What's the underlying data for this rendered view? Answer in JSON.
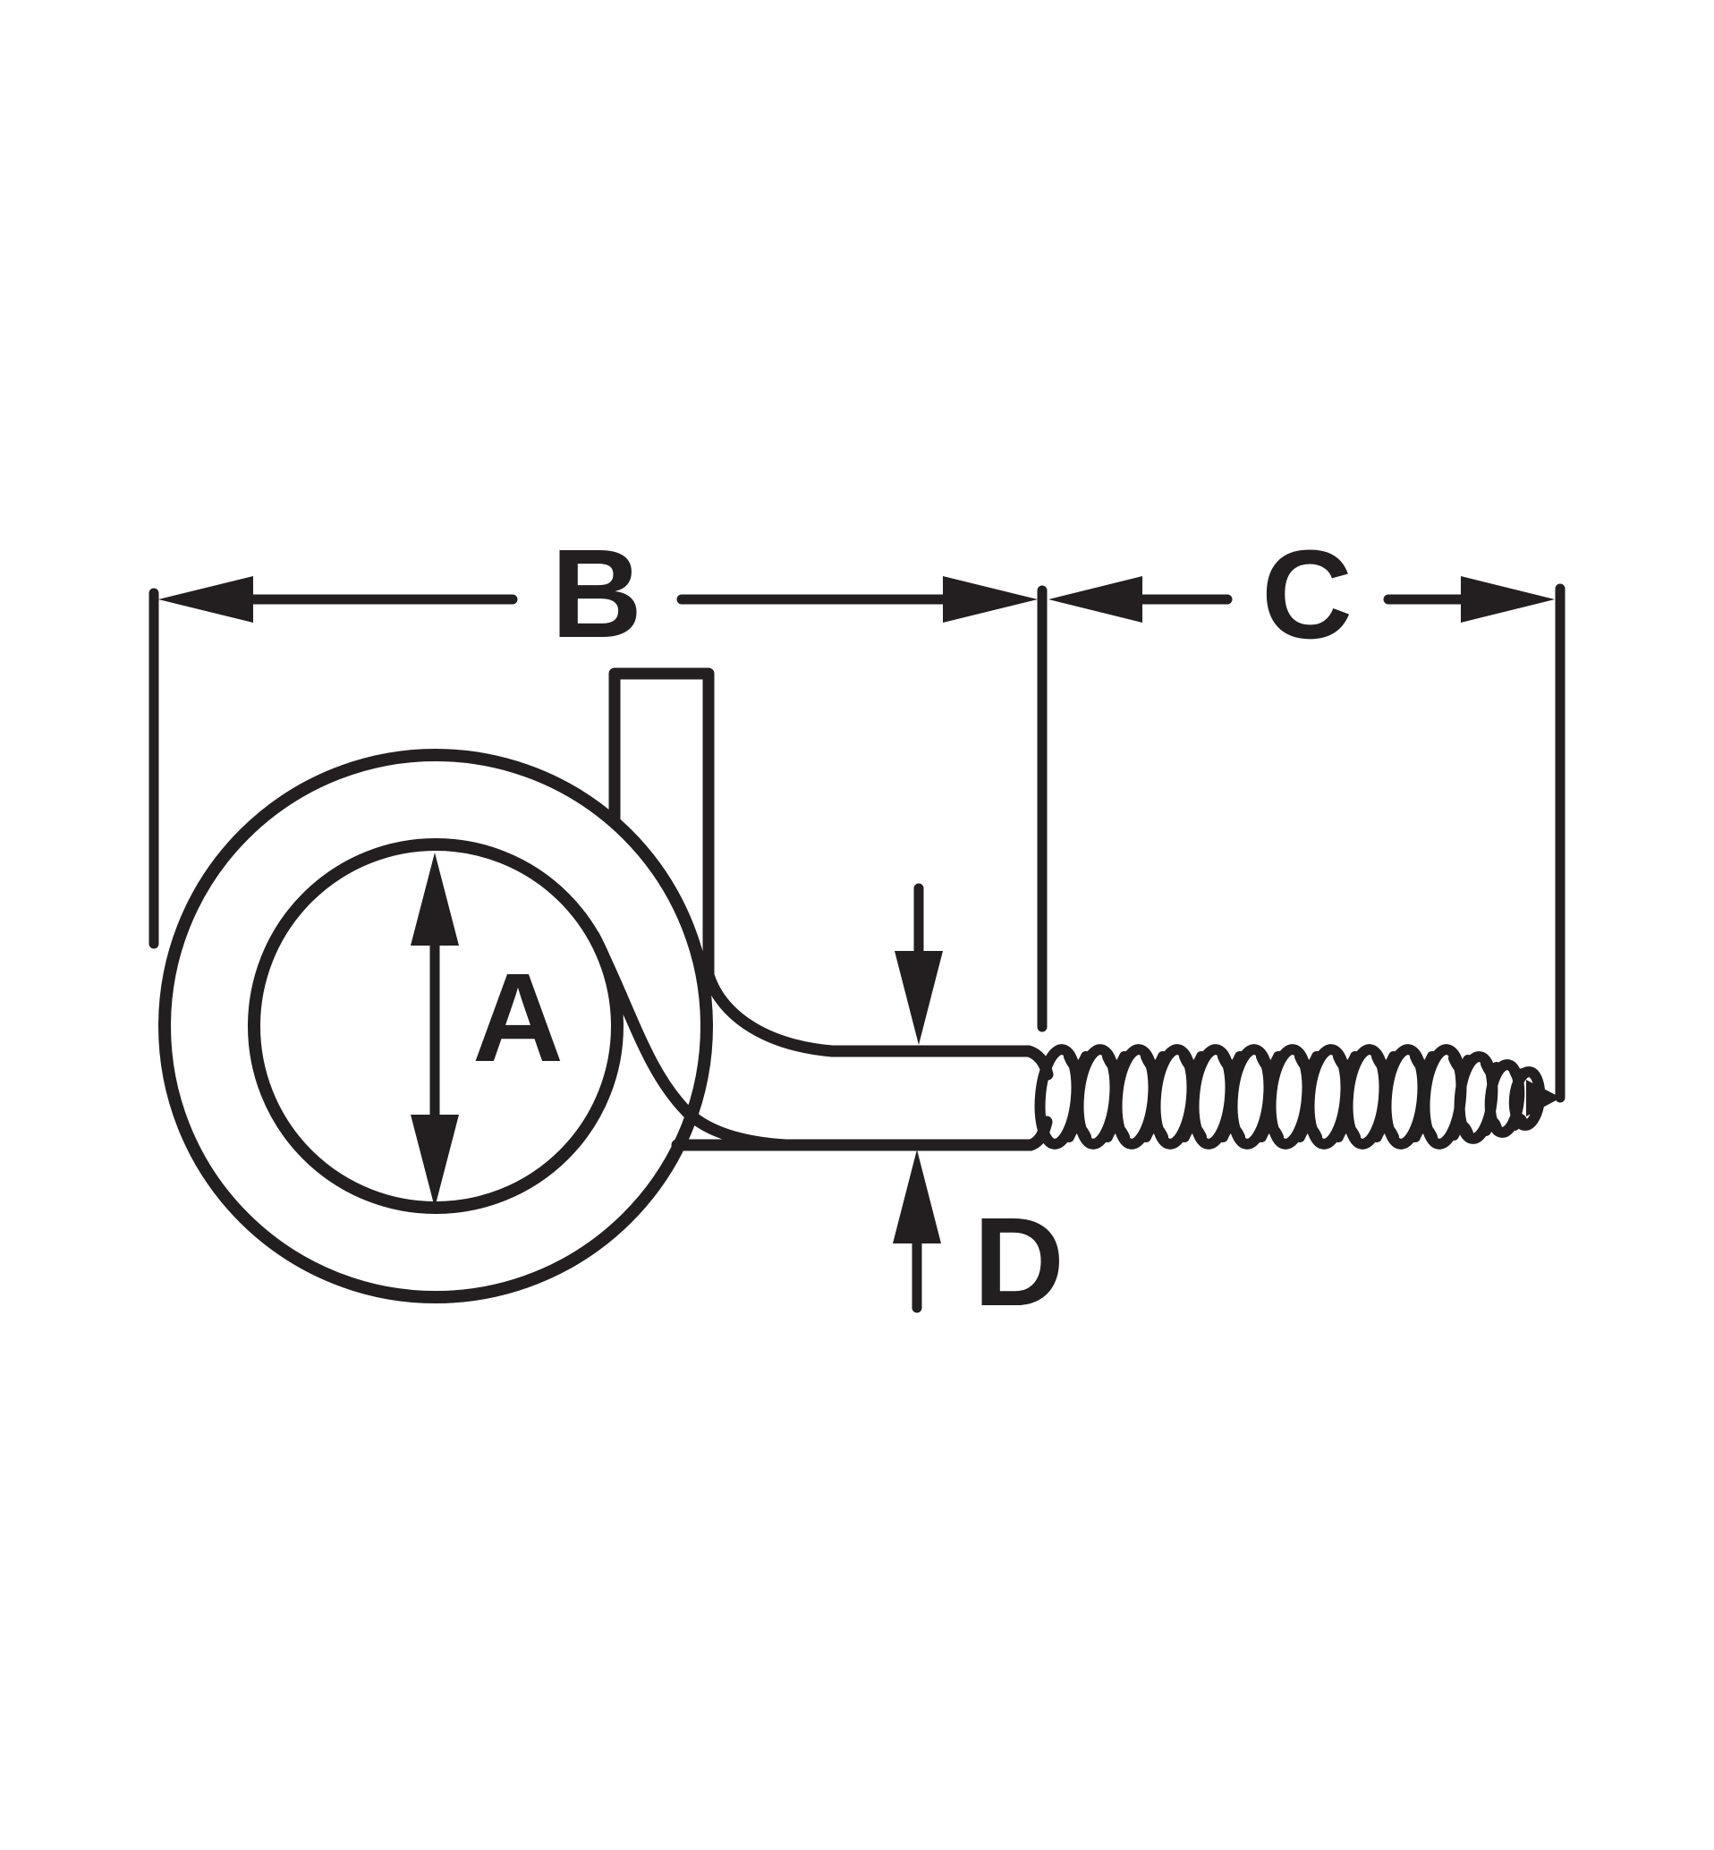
{
  "diagram": {
    "dimensions": {
      "a": {
        "label": "A"
      },
      "b": {
        "label": "B"
      },
      "c": {
        "label": "C"
      },
      "d": {
        "label": "D"
      }
    }
  },
  "colors": {
    "ink": "#231f20",
    "background": "#ffffff"
  }
}
